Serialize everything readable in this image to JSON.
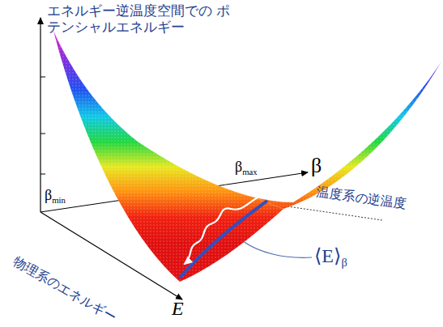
{
  "diagram": {
    "labels": [
      "エネルギー逆温度空間での ポテンシャルエネルギー",
      "β",
      "max",
      "β",
      "温度系の逆温度",
      "β",
      "min",
      "⟨E⟩",
      "β",
      "物理系のエネルギー",
      "E"
    ]
  }
}
